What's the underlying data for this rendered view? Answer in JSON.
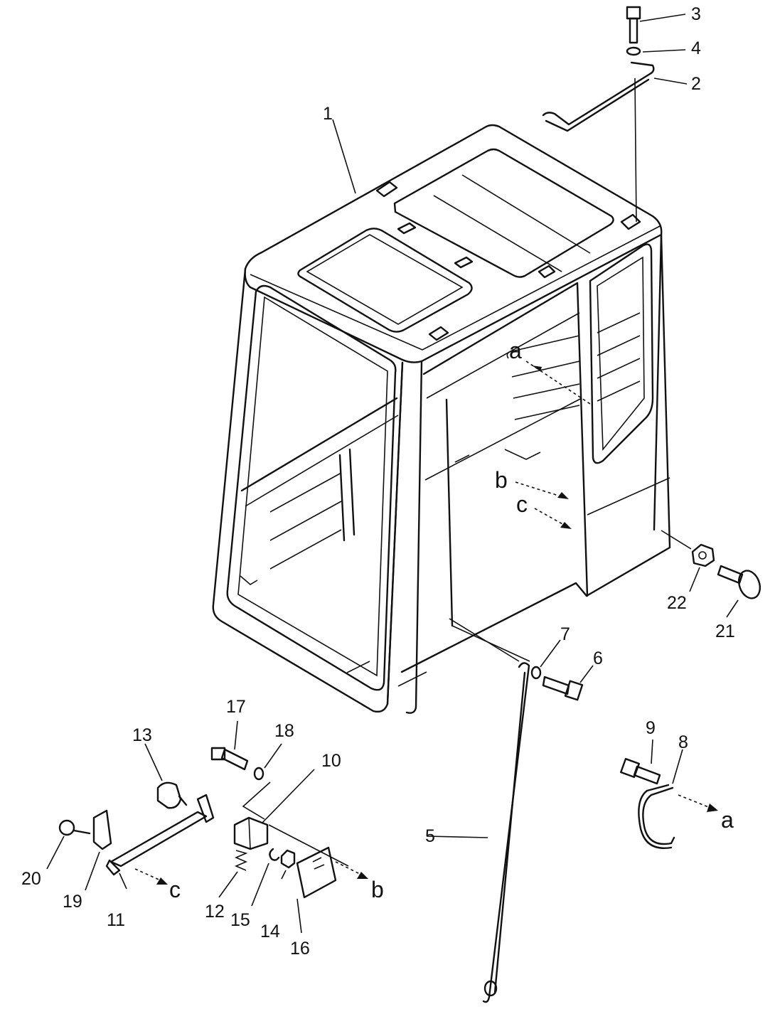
{
  "diagram": {
    "parts": [
      {
        "id": "p1",
        "label": "1"
      },
      {
        "id": "p2",
        "label": "2"
      },
      {
        "id": "p3",
        "label": "3"
      },
      {
        "id": "p4",
        "label": "4"
      },
      {
        "id": "p5",
        "label": "5"
      },
      {
        "id": "p6",
        "label": "6"
      },
      {
        "id": "p7",
        "label": "7"
      },
      {
        "id": "p8",
        "label": "8"
      },
      {
        "id": "p9",
        "label": "9"
      },
      {
        "id": "p10",
        "label": "10"
      },
      {
        "id": "p11",
        "label": "11"
      },
      {
        "id": "p12",
        "label": "12"
      },
      {
        "id": "p13",
        "label": "13"
      },
      {
        "id": "p14",
        "label": "14"
      },
      {
        "id": "p15",
        "label": "15"
      },
      {
        "id": "p16",
        "label": "16"
      },
      {
        "id": "p17",
        "label": "17"
      },
      {
        "id": "p18",
        "label": "18"
      },
      {
        "id": "p19",
        "label": "19"
      },
      {
        "id": "p20",
        "label": "20"
      },
      {
        "id": "p21",
        "label": "21"
      },
      {
        "id": "p22",
        "label": "22"
      }
    ],
    "refs": {
      "a_cab": "a",
      "b_cab": "b",
      "c_cab": "c",
      "a_detail": "a",
      "b_detail": "b",
      "c_detail": "c"
    }
  }
}
